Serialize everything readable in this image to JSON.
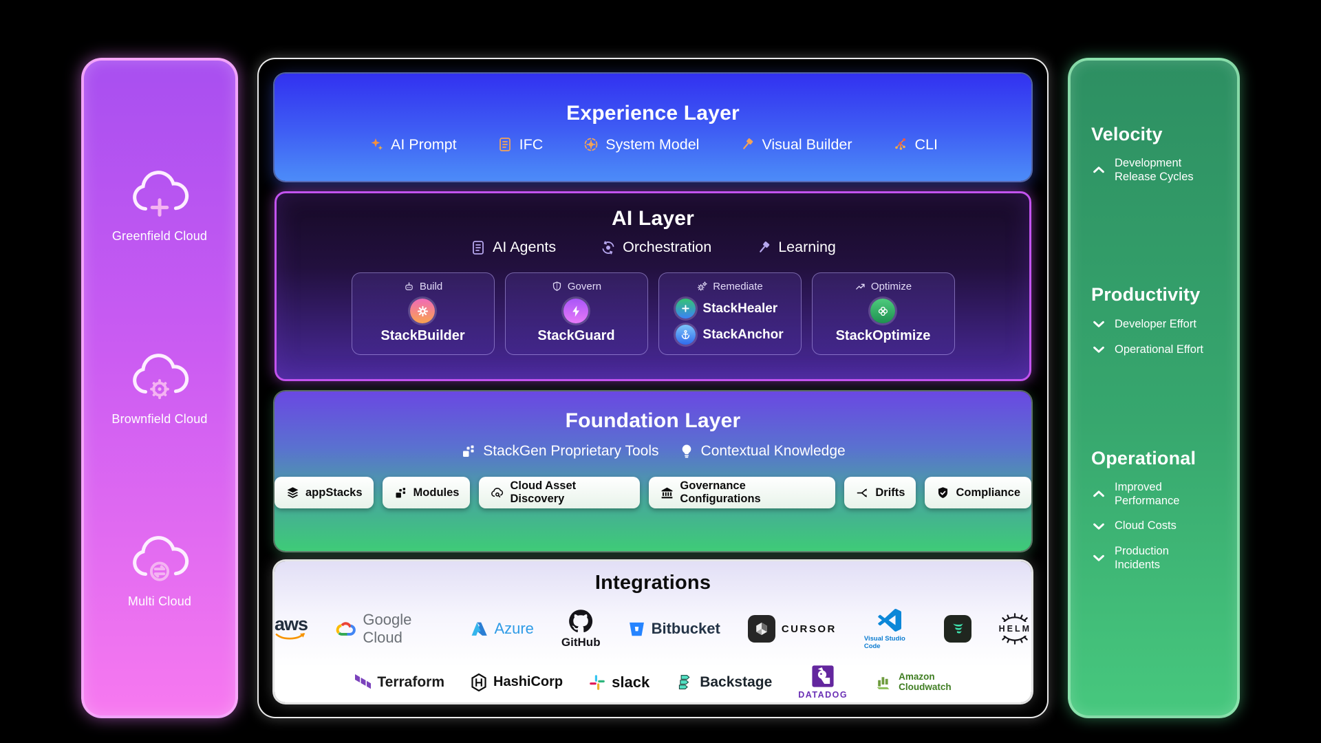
{
  "left_panel": {
    "items": [
      {
        "label": "Greenfield Cloud",
        "icon": "cloud-plus-icon"
      },
      {
        "label": "Brownfield Cloud",
        "icon": "cloud-gear-icon"
      },
      {
        "label": "Multi Cloud",
        "icon": "cloud-transfer-icon"
      }
    ]
  },
  "experience_layer": {
    "title": "Experience Layer",
    "items": [
      {
        "label": "AI Prompt",
        "icon": "sparkles-icon"
      },
      {
        "label": "IFC",
        "icon": "document-icon"
      },
      {
        "label": "System Model",
        "icon": "system-model-icon"
      },
      {
        "label": "Visual Builder",
        "icon": "hammer-icon"
      },
      {
        "label": "CLI",
        "icon": "network-icon"
      }
    ]
  },
  "ai_layer": {
    "title": "AI Layer",
    "items": [
      {
        "label": "AI Agents",
        "icon": "document-icon"
      },
      {
        "label": "Orchestration",
        "icon": "orchestration-icon"
      },
      {
        "label": "Learning",
        "icon": "hammer-icon"
      }
    ],
    "cards": [
      {
        "category": "Build",
        "icon": "robot-icon",
        "layout": "stack",
        "products": [
          {
            "name": "StackBuilder",
            "glyph": "gear-glyph",
            "colors": [
              "#f06ab8",
              "#f9a34f"
            ]
          }
        ]
      },
      {
        "category": "Govern",
        "icon": "shield-icon",
        "layout": "stack",
        "products": [
          {
            "name": "StackGuard",
            "glyph": "bolt-glyph",
            "colors": [
              "#a855f7",
              "#e879f9"
            ]
          }
        ]
      },
      {
        "category": "Remediate",
        "icon": "gears-icon",
        "layout": "rows",
        "products": [
          {
            "name": "StackHealer",
            "glyph": "plus-glyph",
            "colors": [
              "#34c373",
              "#3b82f6"
            ]
          },
          {
            "name": "StackAnchor",
            "glyph": "anchor-glyph",
            "colors": [
              "#7cc4fa",
              "#2f6bed"
            ]
          }
        ]
      },
      {
        "category": "Optimize",
        "icon": "trend-up-icon",
        "layout": "stack",
        "products": [
          {
            "name": "StackOptimize",
            "glyph": "flower-glyph",
            "colors": [
              "#4ecb7d",
              "#1e9150"
            ]
          }
        ]
      }
    ]
  },
  "foundation_layer": {
    "title": "Foundation Layer",
    "items": [
      {
        "label": "StackGen Proprietary Tools",
        "icon": "blocks-icon"
      },
      {
        "label": "Contextual Knowledge",
        "icon": "bulb-icon"
      }
    ],
    "chips": [
      {
        "label": "appStacks",
        "icon": "layers-icon"
      },
      {
        "label": "Modules",
        "icon": "blocks-icon"
      },
      {
        "label": "Cloud Asset Discovery",
        "icon": "cloud-search-icon"
      },
      {
        "label": "Governance Configurations",
        "icon": "bank-icon"
      },
      {
        "label": "Drifts",
        "icon": "branch-icon"
      },
      {
        "label": "Compliance",
        "icon": "shield-check-icon"
      }
    ]
  },
  "integrations": {
    "title": "Integrations",
    "row1": [
      {
        "id": "aws",
        "label": "aws"
      },
      {
        "id": "google-cloud",
        "label": "Google Cloud"
      },
      {
        "id": "azure",
        "label": "Azure"
      },
      {
        "id": "github",
        "label": "GitHub"
      },
      {
        "id": "bitbucket",
        "label": "Bitbucket"
      },
      {
        "id": "cursor",
        "label": "CURSOR"
      },
      {
        "id": "vscode",
        "label": "Visual Studio Code"
      },
      {
        "id": "windsurf",
        "label": ""
      },
      {
        "id": "helm",
        "label": "HELM"
      }
    ],
    "row2": [
      {
        "id": "terraform",
        "label": "Terraform"
      },
      {
        "id": "hashicorp",
        "label": "HashiCorp"
      },
      {
        "id": "slack",
        "label": "slack"
      },
      {
        "id": "backstage",
        "label": "Backstage"
      },
      {
        "id": "datadog",
        "label": "DATADOG"
      },
      {
        "id": "cloudwatch",
        "label": "Amazon Cloudwatch"
      }
    ]
  },
  "right_panel": {
    "sections": [
      {
        "title": "Velocity",
        "items": [
          {
            "label": "Development Release Cycles",
            "trend": "up"
          }
        ]
      },
      {
        "title": "Productivity",
        "items": [
          {
            "label": "Developer Effort",
            "trend": "down"
          },
          {
            "label": "Operational Effort",
            "trend": "down"
          }
        ]
      },
      {
        "title": "Operational",
        "items": [
          {
            "label": "Improved Performance",
            "trend": "up"
          },
          {
            "label": "Cloud Costs",
            "trend": "down"
          },
          {
            "label": "Production Incidents",
            "trend": "down"
          }
        ]
      }
    ]
  },
  "colors": {
    "experience_gradient": [
      "#3231f0",
      "#4c8df8"
    ],
    "ai_border": "#c353ef",
    "foundation_gradient": [
      "#6a48e2",
      "#3ecb77"
    ],
    "left_gradient": [
      "#a84ff0",
      "#f779f0"
    ],
    "right_gradient": [
      "#2d8f62",
      "#47c87e"
    ]
  }
}
